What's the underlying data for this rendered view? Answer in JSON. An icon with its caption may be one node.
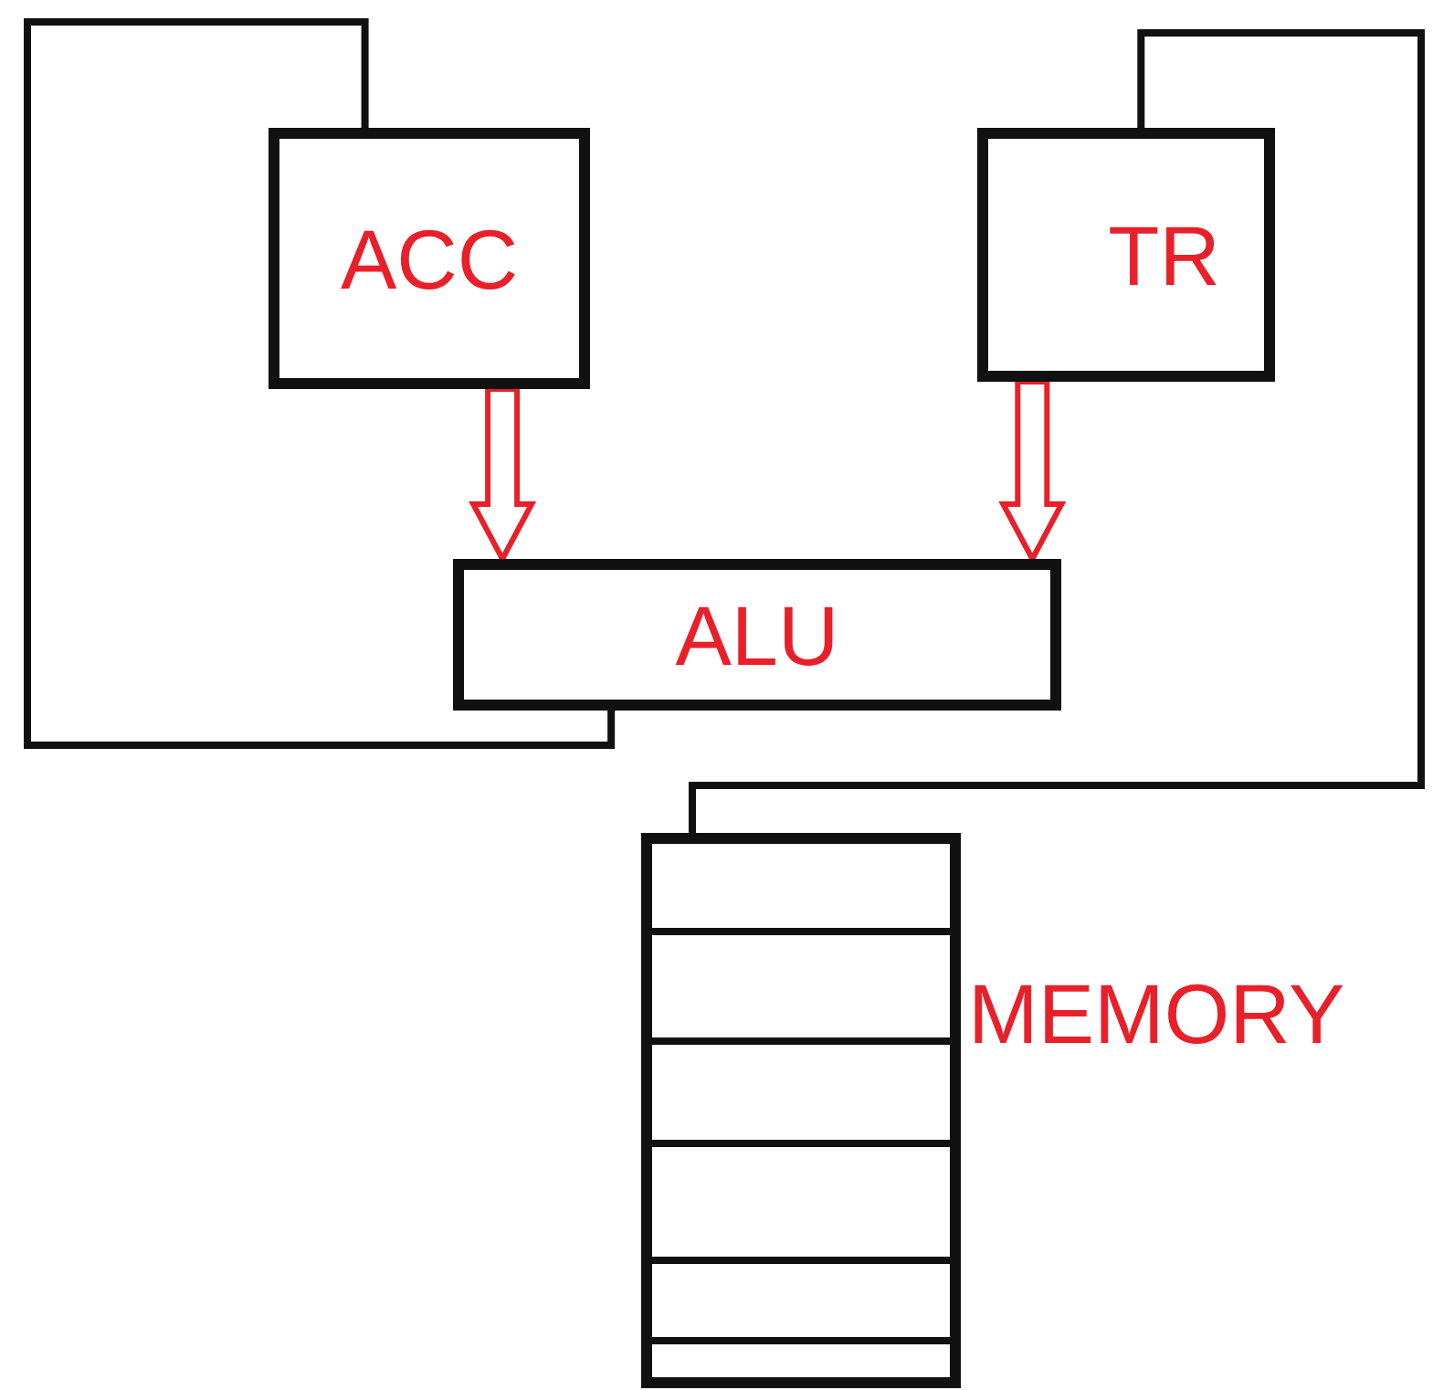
{
  "diagram": {
    "nodes": [
      {
        "text": [
          "ACC"
        ]
      },
      {
        "text": [
          "TR"
        ]
      },
      {
        "text": [
          "ALU"
        ]
      },
      {
        "text": [],
        "shape": "box",
        "beside": [
          "MEMORY"
        ]
      }
    ],
    "edges": [
      {
        "from": 2,
        "to": 0,
        "arrow": "none"
      },
      {
        "from": 1,
        "to": 3,
        "arrow": "none"
      },
      {
        "from": 0,
        "to": 2,
        "arrow": "to",
        "style": "thick",
        "color": "#e8202a"
      },
      {
        "from": 1,
        "to": 2,
        "arrow": "to",
        "style": "thick",
        "color": "#e8202a"
      }
    ]
  }
}
